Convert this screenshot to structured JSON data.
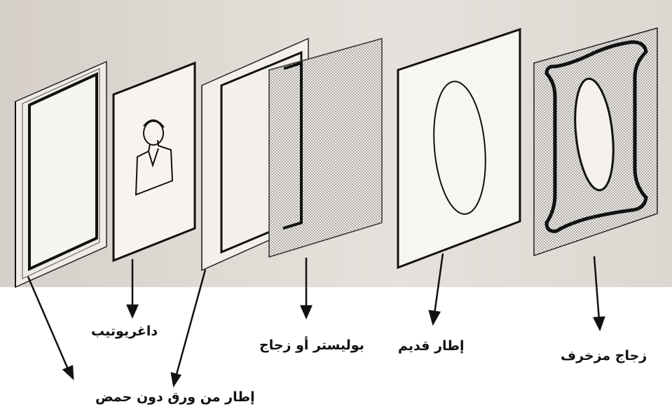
{
  "labels": {
    "daguerreotype": "داغريوتيب",
    "acid_free_mat": "إطار من ورق دون حمض",
    "polyester_or_glass": "بوليستر أو زجاج",
    "old_frame": "إطار قديم",
    "decorated_glass": "زجاج مزخرف"
  },
  "colors": {
    "ink": "#111111",
    "photo_bg": "#e1dbd5",
    "layer_fill": "#f4f1ed"
  }
}
